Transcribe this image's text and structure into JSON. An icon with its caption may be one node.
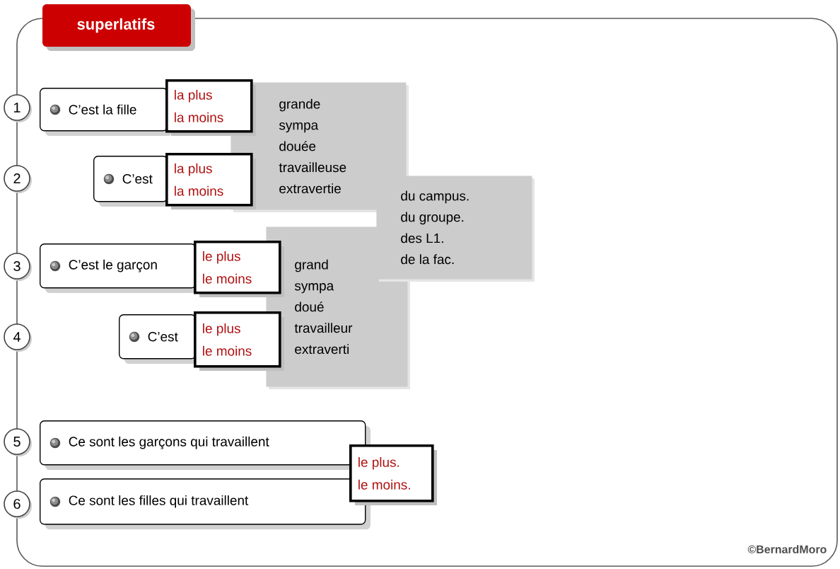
{
  "diagram": {
    "title": "superlatifs",
    "nodes": [
      {
        "text": [
          "1"
        ]
      },
      {
        "text": [
          "2"
        ]
      },
      {
        "text": [
          "3"
        ]
      },
      {
        "text": [
          "4"
        ]
      },
      {
        "text": [
          "5"
        ]
      },
      {
        "text": [
          "6"
        ]
      },
      {
        "text": [
          "C’est la fille"
        ]
      },
      {
        "text": [
          "la plus",
          "la moins"
        ]
      },
      {
        "text": [
          "C’est"
        ]
      },
      {
        "text": [
          "la plus",
          "la moins"
        ]
      },
      {
        "text": [
          "grande",
          "sympa",
          "douée",
          "travailleuse",
          "extravertie"
        ]
      },
      {
        "text": [
          "du campus.",
          "du groupe.",
          "des L1.",
          "de la fac."
        ]
      },
      {
        "text": [
          "C’est le garçon"
        ]
      },
      {
        "text": [
          "le plus",
          "le moins"
        ]
      },
      {
        "text": [
          "C’est"
        ]
      },
      {
        "text": [
          "le plus",
          "le moins"
        ]
      },
      {
        "text": [
          "grand",
          "sympa",
          "doué",
          "travailleur",
          "extraverti"
        ]
      },
      {
        "text": [
          "Ce sont les garçons qui travaillent"
        ]
      },
      {
        "text": [
          "Ce sont les filles qui travaillent"
        ]
      },
      {
        "text": [
          "le plus.",
          "le moins."
        ]
      }
    ],
    "labels": [
      "©BernardMoro"
    ]
  }
}
